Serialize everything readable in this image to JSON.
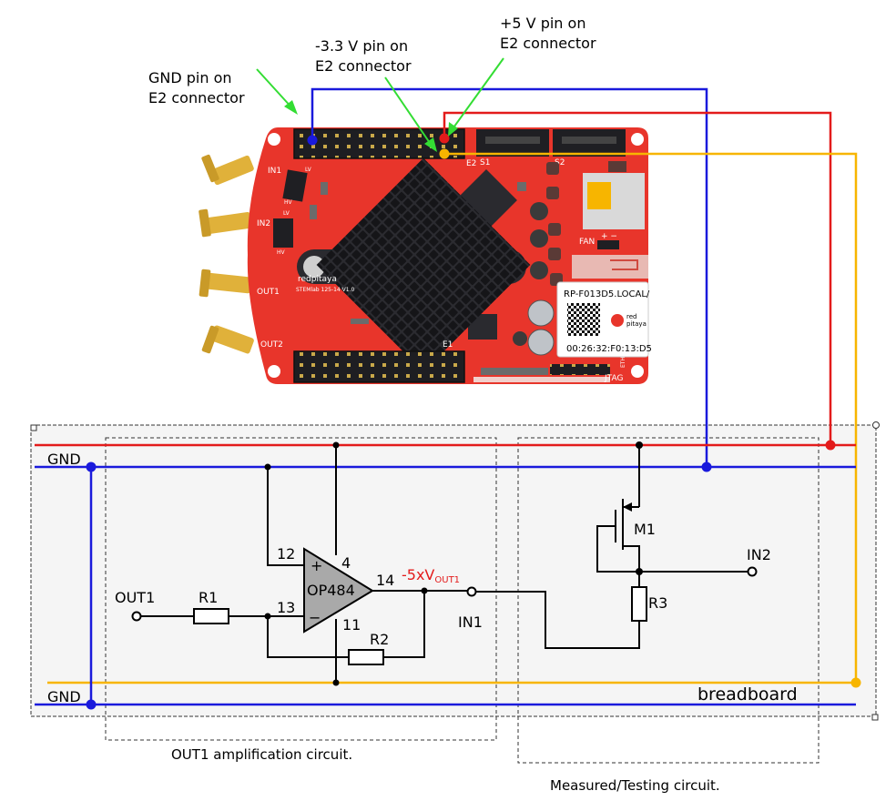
{
  "annotations": {
    "gnd_pin": [
      "GND pin on",
      "E2 connector"
    ],
    "minus33_pin": [
      "-3.3 V pin on",
      "E2 connector"
    ],
    "plus5_pin": [
      "+5 V pin on",
      "E2 connector"
    ]
  },
  "board": {
    "connector_e2": "E2",
    "connector_e1": "E1",
    "s1": "S1",
    "s2": "S2",
    "in1": "IN1",
    "in2": "IN2",
    "out1": "OUT1",
    "out2": "OUT2",
    "lv": "LV",
    "hv": "HV",
    "fan": "FAN",
    "fan_pol": "+ −",
    "brand": "redpitaya",
    "model": "STEMlab 125-14 V1.0",
    "sticker_host": "RP-F013D5.LOCAL/",
    "sticker_mac": "00:26:32:F0:13:D5",
    "sticker_brand_1": "red",
    "sticker_brand_2": "pitaya",
    "eth": "ETH",
    "jtag": "JTAG"
  },
  "circuit": {
    "gnd_top": "GND",
    "gnd_bottom": "GND",
    "breadboard": "breadboard",
    "opamp": "OP484",
    "pin12": "12",
    "pin4": "4",
    "pin13": "13",
    "pin11": "11",
    "pin14": "14",
    "plus": "+",
    "minus": "−",
    "gain_main": "-5xV",
    "gain_sub": "OUT1",
    "out1": "OUT1",
    "r1": "R1",
    "r2": "R2",
    "r3": "R3",
    "in1": "IN1",
    "m1": "M1",
    "in2": "IN2",
    "caption_left": "OUT1 amplification circuit.",
    "caption_right": "Measured/Testing circuit."
  },
  "colors": {
    "gnd_wire": "#1a1adc",
    "plus5_wire": "#e31b1b",
    "minus33_wire": "#f7b500",
    "arrow": "#33dd33",
    "board": "#e8352b",
    "heatsink": "#26262b",
    "gain_label": "#e31b1b"
  }
}
